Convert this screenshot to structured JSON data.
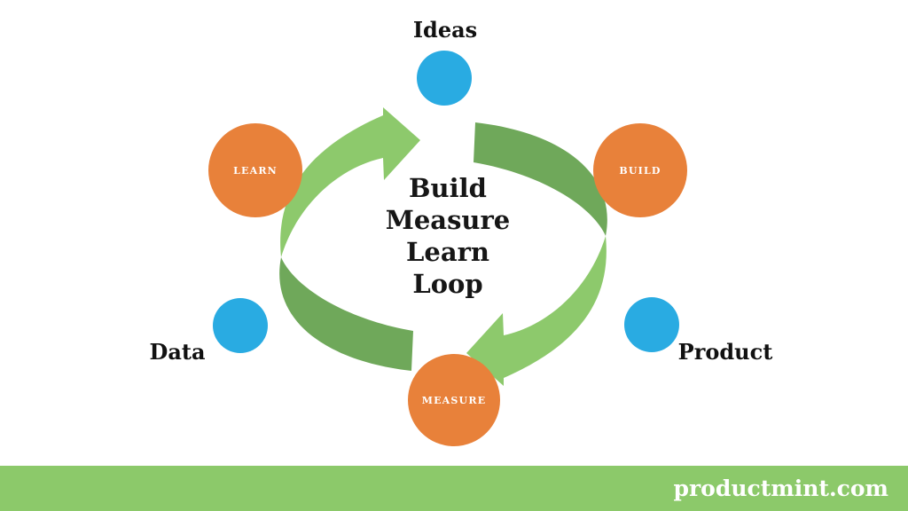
{
  "loop": {
    "title_lines": [
      "Build",
      "Measure",
      "Learn",
      "Loop"
    ],
    "stages": [
      {
        "label": "LEARN"
      },
      {
        "label": "BUILD"
      },
      {
        "label": "MEASURE"
      }
    ],
    "satellites": [
      {
        "label": "Ideas"
      },
      {
        "label": "Data"
      },
      {
        "label": "Product"
      }
    ],
    "colors": {
      "stage_orange": "#E8813A",
      "satellite_blue": "#29ABE2",
      "arrow_light_green": "#8DC96C",
      "arrow_dark_green": "#6FA85A",
      "footer_green": "#8CC96A",
      "title_text": "#161616",
      "stage_label_text": "#FFFFFF"
    }
  },
  "footer": {
    "site": "productmint.com"
  }
}
